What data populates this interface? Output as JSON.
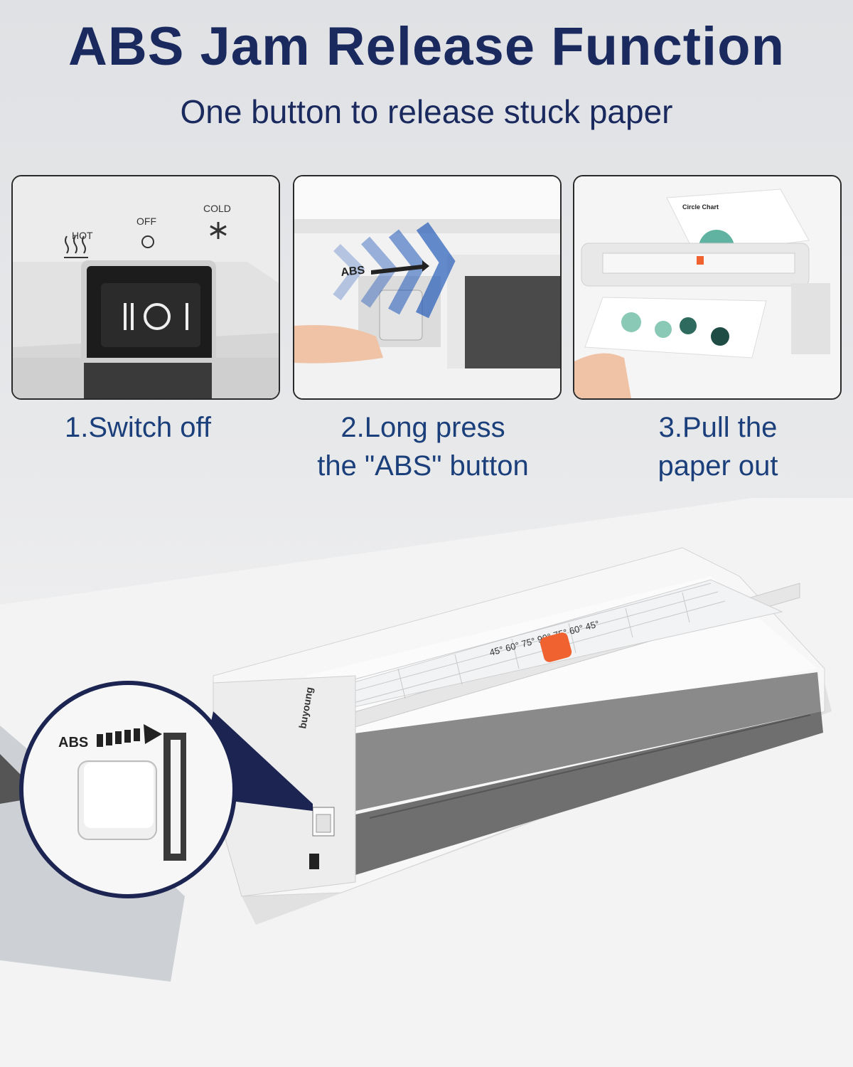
{
  "header": {
    "title": "ABS Jam Release Function",
    "subtitle": "One button to release stuck paper"
  },
  "steps": [
    {
      "line1": "1.Switch off",
      "line2": ""
    },
    {
      "line1": "2.Long press",
      "line2": "the \"ABS\" button"
    },
    {
      "line1": "3.Pull the",
      "line2": "paper out"
    }
  ],
  "switch_panel": {
    "hot_label": "HOT",
    "off_label": "OFF",
    "cold_label": "COLD",
    "switch_glyphs": "II O I"
  },
  "abs_label": "ABS",
  "paper_chart_title": "Circle Chart",
  "brand": "buyoung",
  "ruler_angles": "45° 60° 75° 90° 75° 60° 45°",
  "colors": {
    "title": "#1b2a5e",
    "caption": "#1b3f7a",
    "accent_orange": "#f0622f",
    "zoom_dark": "#1c2452"
  }
}
